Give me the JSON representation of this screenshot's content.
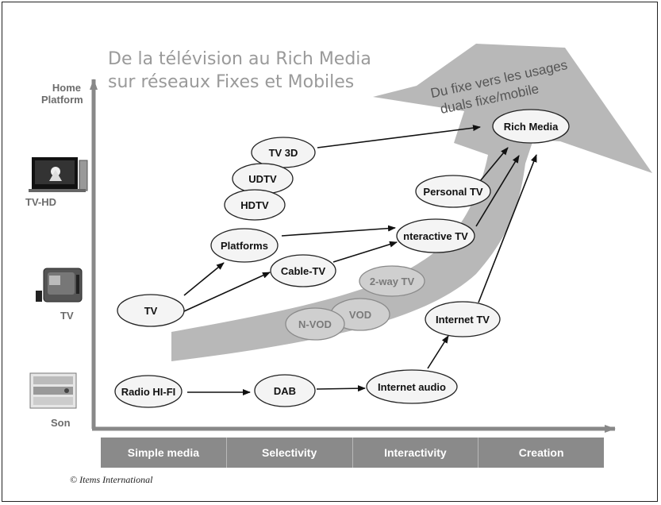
{
  "title": {
    "line1": "De la télévision au Rich Media",
    "line2": "sur réseaux Fixes et Mobiles"
  },
  "big_arrow_text": {
    "line1": "Du fixe vers les usages",
    "line2": "duals fixe/mobile"
  },
  "y_axis": {
    "home_platform": {
      "line1": "Home",
      "line2": "Platform"
    },
    "levels": [
      {
        "label": "TV-HD",
        "icon": "hd-tv-set-icon"
      },
      {
        "label": "TV",
        "icon": "crt-tv-icon"
      },
      {
        "label": "Son",
        "icon": "hifi-stereo-icon"
      }
    ]
  },
  "x_axis": {
    "segments": [
      "Simple media",
      "Selectivity",
      "Interactivity",
      "Creation"
    ]
  },
  "nodes": [
    {
      "id": "rich-media",
      "label": "Rich Media",
      "style": "solid"
    },
    {
      "id": "tv-3d",
      "label": "TV 3D",
      "style": "solid"
    },
    {
      "id": "udtv",
      "label": "UDTV",
      "style": "solid"
    },
    {
      "id": "hdtv",
      "label": "HDTV",
      "style": "solid"
    },
    {
      "id": "personal-tv",
      "label": "Personal TV",
      "style": "solid"
    },
    {
      "id": "platforms",
      "label": "Platforms",
      "style": "solid"
    },
    {
      "id": "interactive-tv",
      "label": "nteractive TV",
      "style": "solid"
    },
    {
      "id": "cable-tv",
      "label": "Cable-TV",
      "style": "solid"
    },
    {
      "id": "two-way-tv",
      "label": "2-way TV",
      "style": "faded"
    },
    {
      "id": "tv",
      "label": "TV",
      "style": "solid"
    },
    {
      "id": "vod",
      "label": "VOD",
      "style": "faded"
    },
    {
      "id": "n-vod",
      "label": "N-VOD",
      "style": "faded"
    },
    {
      "id": "internet-tv",
      "label": "Internet TV",
      "style": "solid"
    },
    {
      "id": "radio-hifi",
      "label": "Radio HI-FI",
      "style": "solid"
    },
    {
      "id": "dab",
      "label": "DAB",
      "style": "solid"
    },
    {
      "id": "internet-audio",
      "label": "Internet audio",
      "style": "solid"
    }
  ],
  "arrows": [
    {
      "from": "tv",
      "to": "platforms"
    },
    {
      "from": "tv",
      "to": "cable-tv"
    },
    {
      "from": "cable-tv",
      "to": "interactive-tv"
    },
    {
      "from": "platforms",
      "to": "interactive-tv"
    },
    {
      "from": "tv-3d",
      "to": "rich-media"
    },
    {
      "from": "personal-tv",
      "to": "rich-media"
    },
    {
      "from": "interactive-tv",
      "to": "rich-media"
    },
    {
      "from": "internet-tv",
      "to": "rich-media"
    },
    {
      "from": "radio-hifi",
      "to": "dab"
    },
    {
      "from": "dab",
      "to": "internet-audio"
    },
    {
      "from": "internet-audio",
      "to": "internet-tv"
    }
  ],
  "colors": {
    "big_arrow": "#b8b8b8",
    "big_arrow_text": "#555555",
    "node_fill": "#f4f4f4",
    "node_faded_fill": "#cfcfcf",
    "node_faded_text": "#7a7a7a",
    "axis_bar": "#8a8a8a"
  },
  "copyright": "© Items International"
}
